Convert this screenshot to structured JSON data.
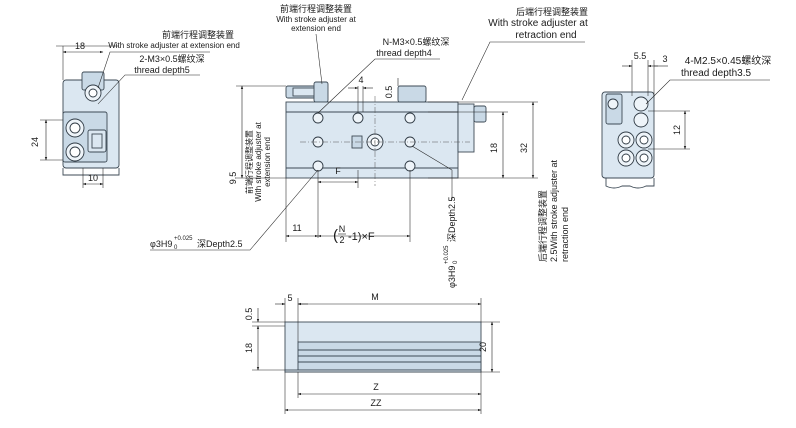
{
  "callouts": {
    "extension_adjuster_cn": "前端行程调整装置",
    "extension_adjuster_en": "With stroke adjuster at extension end",
    "top_adjuster_cn": "前端行程调整装置",
    "top_adjuster_en_line1": "With stroke adjuster at",
    "top_adjuster_en_line2": "extension end",
    "retraction_adjuster_cn": "后端行程调整装置",
    "retraction_adjuster_en_line1": "With stroke adjuster at",
    "retraction_adjuster_en_line2": "retraction end",
    "left_thread_line1": "2-M3×0.5螺纹深",
    "left_thread_line2": "thread depth5",
    "nm3_line1": "N-M3×0.5螺纹深",
    "nm3_line2": "thread depth4",
    "right_thread_line1": "4-M2.5×0.45螺纹深",
    "right_thread_line2": "thread depth3.5",
    "side_vertical_line1": "前端行程调整装置",
    "side_vertical_line2": "With stroke adjuster at",
    "side_vertical_line3": "extension end",
    "right_vertical_line1": "后端行程调整装置",
    "right_vertical_line2": "2.5With stroke adjuster at",
    "right_vertical_line3": "retraction end",
    "pin_hole_label": "φ3H9",
    "pin_hole_tol_upper": "+0.025",
    "pin_hole_tol_lower": "0",
    "pin_hole_depth": "深Depth2.5",
    "pin_hole_vertical_label": "φ3H9",
    "pin_hole_vertical_tol_upper": "+0.025",
    "pin_hole_vertical_tol_lower": "0",
    "pin_hole_vertical_depth": "深Depth2.5"
  },
  "dimensions": {
    "left_18": "18",
    "left_24": "24",
    "left_10": "10",
    "top_4": "4",
    "top_0_5": "0.5",
    "front_18": "18",
    "front_32": "32",
    "front_9_5": "9.5",
    "front_F": "F",
    "front_11": "11",
    "formula_n": "N",
    "formula_d": "2",
    "formula_tail": "-1)×F",
    "right_5_5": "5.5",
    "right_3": "3",
    "right_12": "12",
    "bottom_0_5": "0.5",
    "bottom_5": "5",
    "bottom_M": "M",
    "bottom_18": "18",
    "bottom_20": "20",
    "bottom_Z": "Z",
    "bottom_ZZ": "ZZ"
  }
}
